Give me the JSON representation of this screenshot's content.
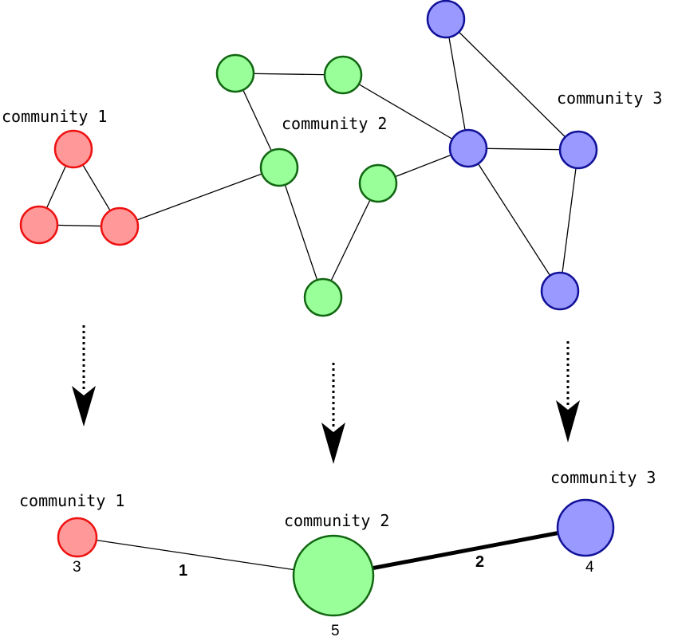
{
  "colors": {
    "community1_fill": "#ff9999",
    "community1_stroke": "#ee1111",
    "community2_fill": "#99ff99",
    "community2_stroke": "#116611",
    "community3_fill": "#9999ff",
    "community3_stroke": "#111199"
  },
  "top": {
    "label_c1": "community 1",
    "label_c2": "community 2",
    "label_c3": "community 3"
  },
  "bottom": {
    "label_c1": "community 1",
    "label_c2": "community 2",
    "label_c3": "community 3",
    "size_c1": "3",
    "size_c2": "5",
    "size_c3": "4",
    "weight_c1_c2": "1",
    "weight_c2_c3": "2"
  }
}
